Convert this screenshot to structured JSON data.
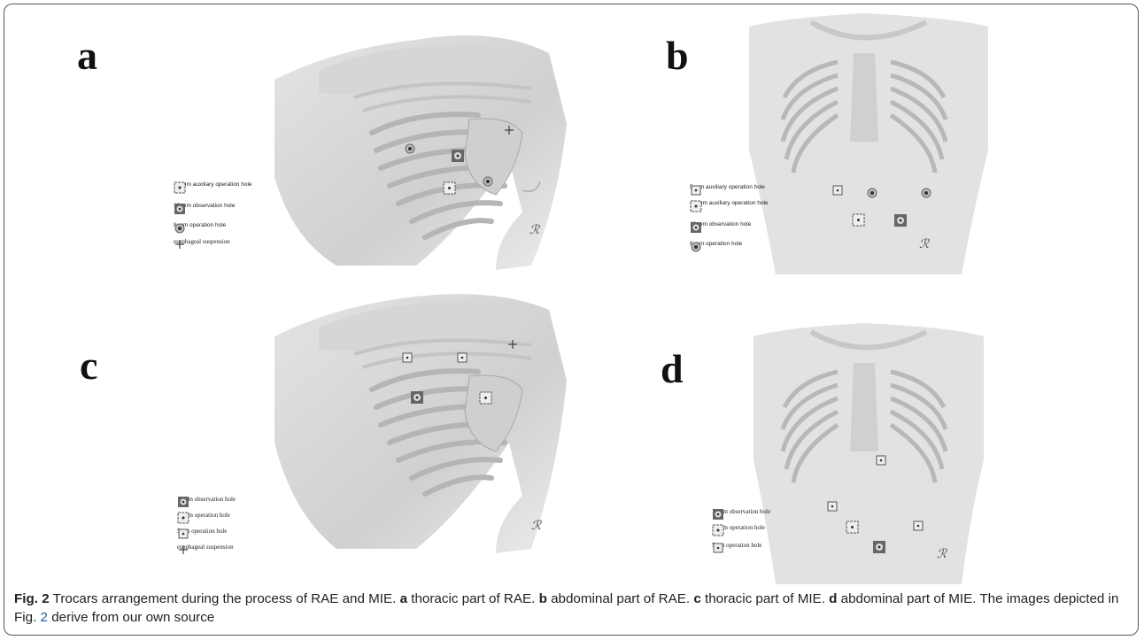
{
  "figure": {
    "panels": [
      {
        "letter": "a",
        "legend": [
          "12 mm auxiliary operation hole",
          "12 mm observation hole",
          "8 mm operation hole",
          "esophageal suspension"
        ]
      },
      {
        "letter": "b",
        "legend": [
          "5 mm auxiliary operation hole",
          "12 mm auxiliary operation hole",
          "12 mm observation hole",
          "8 mm operation hole"
        ]
      },
      {
        "letter": "c",
        "legend": [
          "12mm observation hole",
          "12mm operation hole",
          "5mm operation hole",
          "esophageal suspension"
        ]
      },
      {
        "letter": "d",
        "legend": [
          "12mm observation hole",
          "12mm operation hole",
          "5mm operation hole"
        ]
      }
    ]
  },
  "caption": {
    "label": "Fig. 2",
    "text1": " Trocars arrangement during the process of RAE and MIE. ",
    "a_label": "a",
    "a_text": " thoracic part of RAE. ",
    "b_label": "b",
    "b_text": " abdominal part of RAE. ",
    "c_label": "c",
    "c_text": " thoracic part of MIE. ",
    "d_label": "d",
    "d_text": " abdominal part of MIE. The images depicted in Fig. ",
    "fig_ref": "2",
    "tail": " derive from our own source"
  }
}
